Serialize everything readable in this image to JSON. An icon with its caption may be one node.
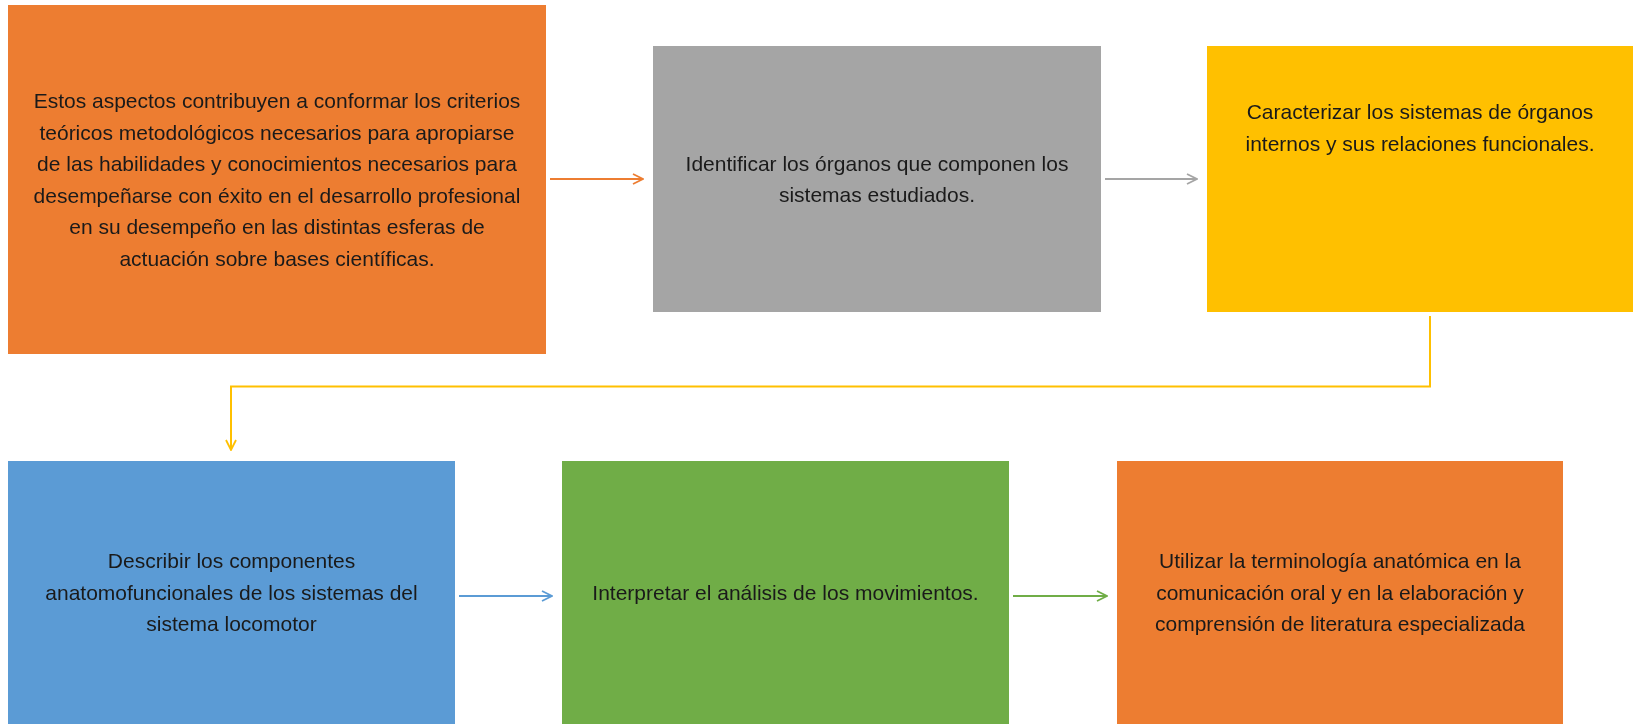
{
  "diagram": {
    "nodes": [
      {
        "text": [
          "Estos aspectos contribuyen a conformar los criterios teóricos metodológicos necesarios para apropiarse de las habilidades y conocimientos necesarios para desempeñarse con éxito en el desarrollo profesional en su desempeño en las distintas esferas de actuación sobre bases científicas."
        ]
      },
      {
        "text": [
          "Identificar los órganos que componen los sistemas estudiados."
        ]
      },
      {
        "text": [
          "Caracterizar los sistemas de órganos internos y sus relaciones funcionales."
        ]
      },
      {
        "text": [
          "Describir los componentes anatomofuncionales de los sistemas del sistema locomotor"
        ]
      },
      {
        "text": [
          "Interpretar el análisis de los movimientos."
        ]
      },
      {
        "text": [
          "Utilizar la terminología anatómica en la comunicación oral y en la elaboración y comprensión de literatura especializada"
        ]
      }
    ],
    "edges": [
      {
        "from": 0,
        "to": 1,
        "arrow": "to",
        "color": "#ed7d31"
      },
      {
        "from": 1,
        "to": 2,
        "arrow": "to",
        "color": "#a5a5a5"
      },
      {
        "from": 2,
        "to": 3,
        "arrow": "to",
        "color": "#ffc000"
      },
      {
        "from": 3,
        "to": 4,
        "arrow": "to",
        "color": "#5b9bd5"
      },
      {
        "from": 4,
        "to": 5,
        "arrow": "to",
        "color": "#70ad47"
      }
    ]
  }
}
